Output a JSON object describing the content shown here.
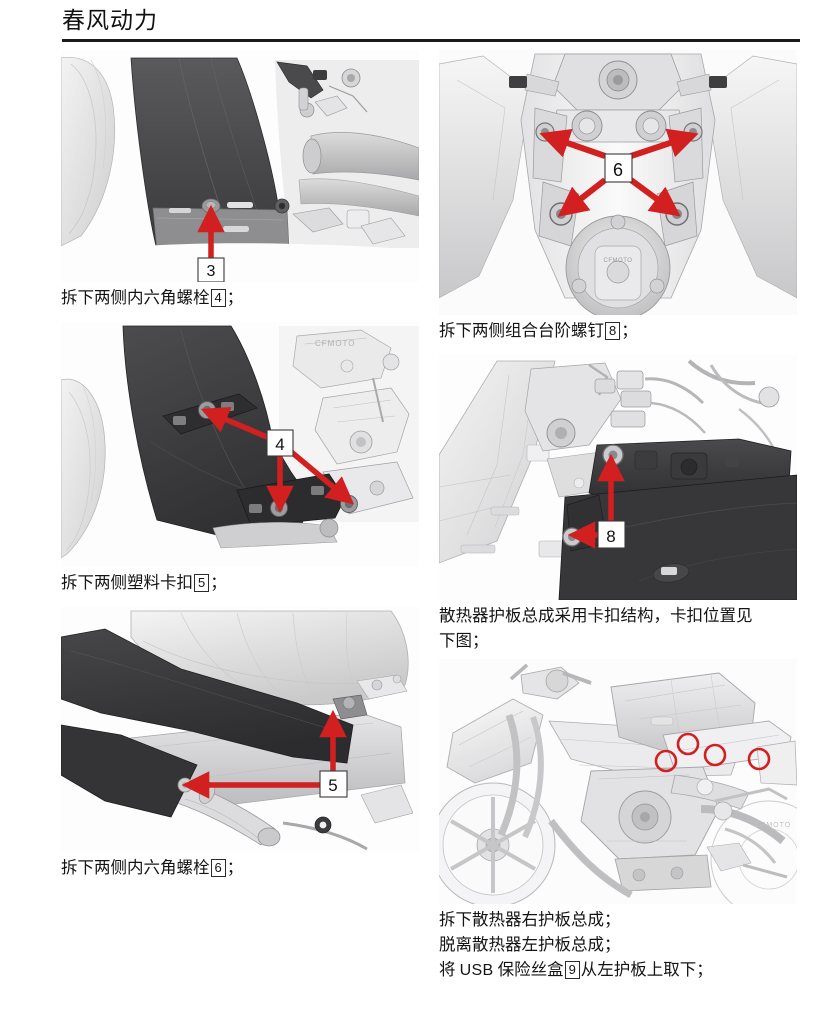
{
  "header": {
    "title": "春风动力"
  },
  "figures": [
    {
      "id": "fig-fairing-lower-bolt",
      "column": "left",
      "callouts": [
        {
          "label": "3",
          "arrows": 1
        }
      ],
      "marker_color": "#d21f1f",
      "caption": {
        "lines": [
          {
            "parts": [
              {
                "type": "text",
                "text": "拆下两侧内六角螺栓"
              },
              {
                "type": "num",
                "text": "4"
              },
              {
                "type": "text",
                "text": "；"
              }
            ]
          }
        ]
      }
    },
    {
      "id": "fig-step-screws-top",
      "column": "right",
      "callouts": [
        {
          "label": "6",
          "arrows": 4
        }
      ],
      "marker_color": "#d21f1f",
      "caption": {
        "lines": [
          {
            "parts": [
              {
                "type": "text",
                "text": "拆下两侧组合台阶螺钉"
              },
              {
                "type": "num",
                "text": "8"
              },
              {
                "type": "text",
                "text": "；"
              }
            ]
          }
        ]
      }
    },
    {
      "id": "fig-hex-bolts-side",
      "column": "left",
      "callouts": [
        {
          "label": "4",
          "arrows": 3
        }
      ],
      "marker_color": "#d21f1f",
      "caption": {
        "lines": [
          {
            "parts": [
              {
                "type": "text",
                "text": "拆下两侧塑料卡扣"
              },
              {
                "type": "num",
                "text": "5"
              },
              {
                "type": "text",
                "text": "；"
              }
            ]
          }
        ]
      }
    },
    {
      "id": "fig-radiator-guard-screw",
      "column": "right",
      "callouts": [
        {
          "label": "8",
          "arrows": 2
        }
      ],
      "marker_color": "#d21f1f",
      "caption": {
        "lines": [
          {
            "parts": [
              {
                "type": "text",
                "text": "散热器护板总成采用卡扣结构，卡扣位置见"
              }
            ]
          },
          {
            "parts": [
              {
                "type": "text",
                "text": "下图；"
              }
            ]
          }
        ]
      }
    },
    {
      "id": "fig-plastic-clip",
      "column": "left",
      "callouts": [
        {
          "label": "5",
          "arrows": 2
        }
      ],
      "marker_color": "#d21f1f",
      "caption": {
        "lines": [
          {
            "parts": [
              {
                "type": "text",
                "text": "拆下两侧内六角螺栓"
              },
              {
                "type": "num",
                "text": "6"
              },
              {
                "type": "text",
                "text": "；"
              }
            ]
          }
        ]
      }
    },
    {
      "id": "fig-whole-bike-clip-positions",
      "column": "right",
      "callouts": [],
      "clip_markers": 4,
      "marker_color": "#d21f1f",
      "caption": {
        "lines": [
          {
            "parts": [
              {
                "type": "text",
                "text": "拆下散热器右护板总成；"
              }
            ]
          },
          {
            "parts": [
              {
                "type": "text",
                "text": "脱离散热器左护板总成；"
              }
            ]
          },
          {
            "parts": [
              {
                "type": "text",
                "text": "将 "
              },
              {
                "type": "latin",
                "text": "USB"
              },
              {
                "type": "text",
                "text": " 保险丝盒"
              },
              {
                "type": "num",
                "text": "9"
              },
              {
                "type": "text",
                "text": "从左护板上取下；"
              }
            ]
          }
        ]
      }
    }
  ]
}
